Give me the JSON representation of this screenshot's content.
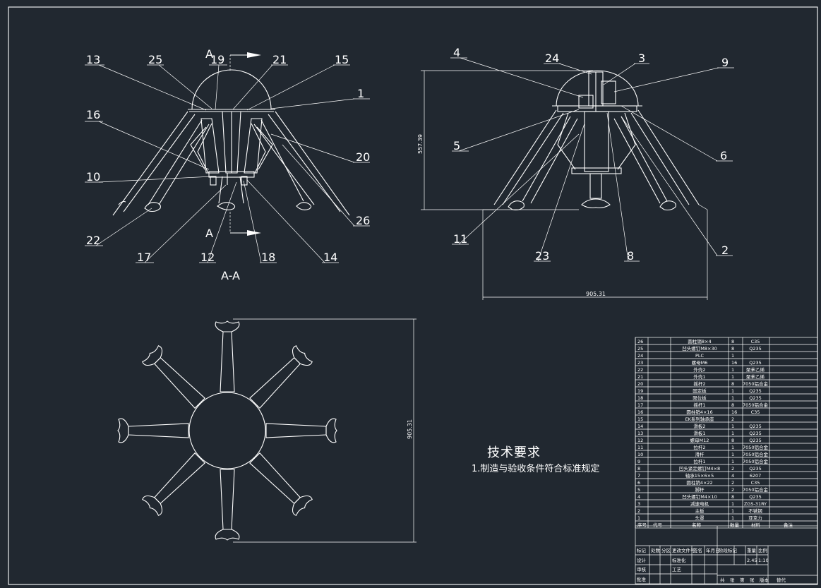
{
  "section_label": "A",
  "section_title": "A-A",
  "balloons_left": [
    "13",
    "25",
    "19",
    "21",
    "15",
    "1",
    "16",
    "20",
    "10",
    "22",
    "17",
    "12",
    "18",
    "14",
    "26"
  ],
  "balloons_right": [
    "4",
    "24",
    "3",
    "9",
    "5",
    "6",
    "11",
    "23",
    "8",
    "2"
  ],
  "dims": {
    "height": "557.39",
    "width": "905.31",
    "plan": "905.31"
  },
  "tech_req": {
    "title": "技术要求",
    "item1": "1.制造与验收条件符合标准规定"
  },
  "bom": [
    {
      "no": "26",
      "name": "圆柱销8×4",
      "qty": "8",
      "mat": "C35"
    },
    {
      "no": "25",
      "name": "凹头螺钉M8×30",
      "qty": "8",
      "mat": "Q235"
    },
    {
      "no": "24",
      "name": "PLC",
      "qty": "1",
      "mat": ""
    },
    {
      "no": "23",
      "name": "螺母M6",
      "qty": "16",
      "mat": "Q235"
    },
    {
      "no": "22",
      "name": "外壳2",
      "qty": "1",
      "mat": "聚苯乙烯"
    },
    {
      "no": "21",
      "name": "外壳1",
      "qty": "1",
      "mat": "聚苯乙烯"
    },
    {
      "no": "20",
      "name": "摇杆2",
      "qty": "8",
      "mat": "7050铝合金"
    },
    {
      "no": "19",
      "name": "固定板",
      "qty": "1",
      "mat": "Q235"
    },
    {
      "no": "18",
      "name": "限位板",
      "qty": "1",
      "mat": "Q235"
    },
    {
      "no": "17",
      "name": "摇杆1",
      "qty": "8",
      "mat": "7050铝合金"
    },
    {
      "no": "16",
      "name": "圆柱销4×16",
      "qty": "16",
      "mat": "C35"
    },
    {
      "no": "15",
      "name": "EK系列轴承座",
      "qty": "2",
      "mat": ""
    },
    {
      "no": "14",
      "name": "滑板2",
      "qty": "1",
      "mat": "Q235"
    },
    {
      "no": "13",
      "name": "滑板1",
      "qty": "1",
      "mat": "Q235"
    },
    {
      "no": "12",
      "name": "螺母M12",
      "qty": "8",
      "mat": "Q235"
    },
    {
      "no": "11",
      "name": "拉杆2",
      "qty": "1",
      "mat": "7050铝合金"
    },
    {
      "no": "10",
      "name": "滑杆",
      "qty": "1",
      "mat": "7050铝合金"
    },
    {
      "no": "9",
      "name": "拉杆1",
      "qty": "1",
      "mat": "7050铝合金"
    },
    {
      "no": "8",
      "name": "凹头紧定螺钉M4×8",
      "qty": "2",
      "mat": "Q235"
    },
    {
      "no": "7",
      "name": "轴承15×6×5",
      "qty": "4",
      "mat": "6207"
    },
    {
      "no": "6",
      "name": "圆柱销4×22",
      "qty": "2",
      "mat": "C35"
    },
    {
      "no": "5",
      "name": "脚杆",
      "qty": "2",
      "mat": "7050铝合金"
    },
    {
      "no": "4",
      "name": "凹头螺钉M4×10",
      "qty": "8",
      "mat": "Q235"
    },
    {
      "no": "3",
      "name": "减速电机",
      "qty": "1",
      "mat": "ZGS-31RY"
    },
    {
      "no": "2",
      "name": "主板",
      "qty": "1",
      "mat": "不锈钢"
    },
    {
      "no": "1",
      "name": "头罩",
      "qty": "1",
      "mat": "亚克力"
    }
  ],
  "bom_header": {
    "no": "序号",
    "code": "代号",
    "name": "名称",
    "qty": "数量",
    "mat": "材料",
    "note": "备注"
  },
  "title_block": {
    "scale_val": "2.45",
    "sheet": "1:10",
    "f1": "标记",
    "f2": "处数",
    "f3": "分区",
    "f4": "更改文件号",
    "f5": "签名",
    "f6": "年月日",
    "f7": "设计",
    "f8": "标准化",
    "f9": "审核",
    "f10": "工艺",
    "f11": "批准",
    "f12": "阶段标记",
    "f13": "重量",
    "f14": "比例",
    "f15": "共",
    "f16": "张",
    "f17": "第",
    "f18": "张",
    "f19": "版本",
    "f20": "替代"
  }
}
